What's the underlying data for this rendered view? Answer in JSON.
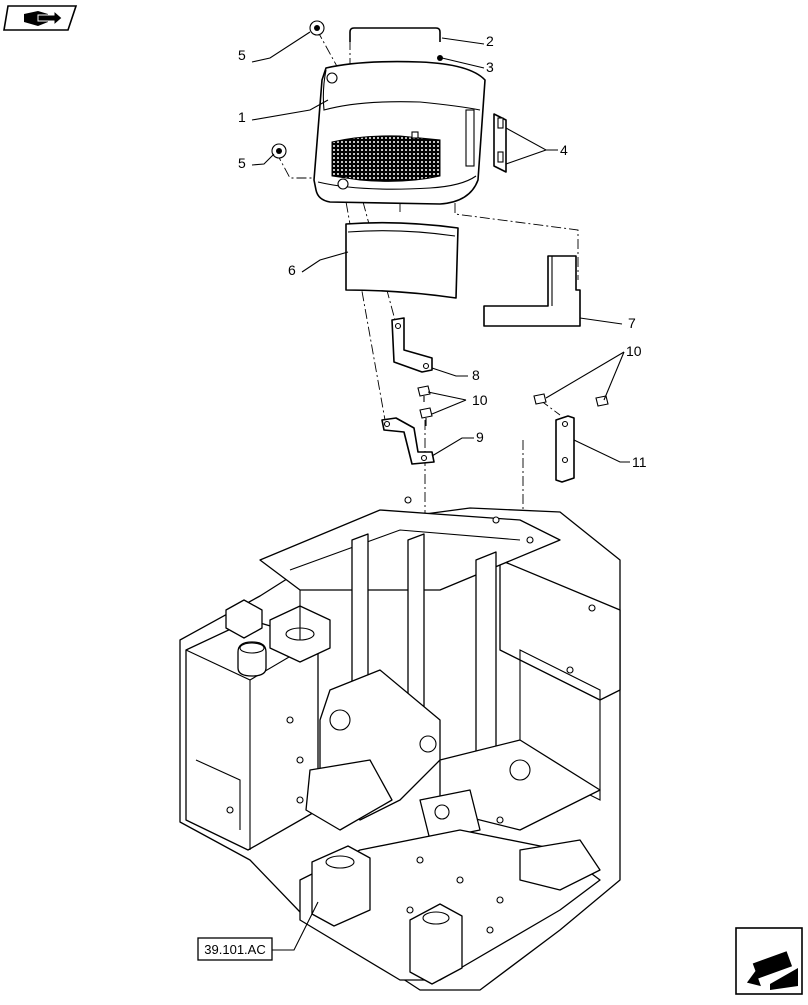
{
  "callouts": [
    {
      "id": "1",
      "label": "1"
    },
    {
      "id": "2",
      "label": "2"
    },
    {
      "id": "3",
      "label": "3"
    },
    {
      "id": "4",
      "label": "4"
    },
    {
      "id": "5a",
      "label": "5"
    },
    {
      "id": "5b",
      "label": "5"
    },
    {
      "id": "6",
      "label": "6"
    },
    {
      "id": "7",
      "label": "7"
    },
    {
      "id": "8",
      "label": "8"
    },
    {
      "id": "9",
      "label": "9"
    },
    {
      "id": "10a",
      "label": "10"
    },
    {
      "id": "10b",
      "label": "10"
    },
    {
      "id": "11",
      "label": "11"
    }
  ],
  "reference": {
    "label": "39.101.AC"
  },
  "icons": {
    "top_left": "book-arrow-icon",
    "bottom_right": "orientation-arrow-icon"
  }
}
